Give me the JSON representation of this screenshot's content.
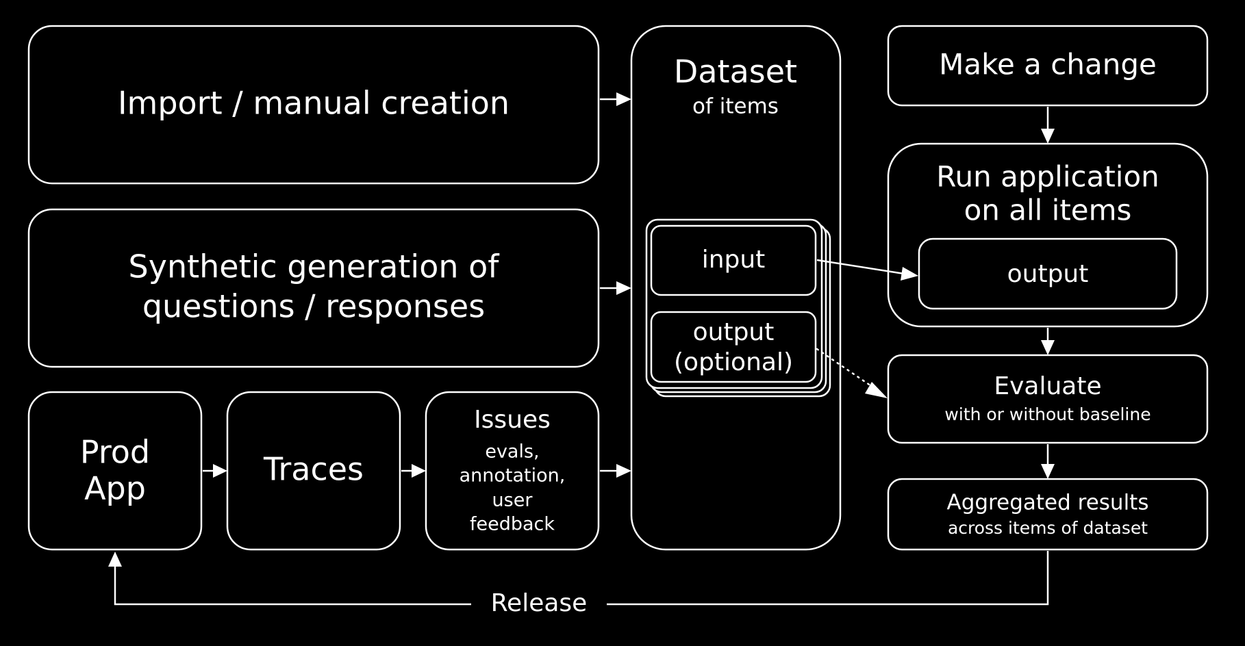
{
  "theme": {
    "background": "#000000",
    "foreground": "#ffffff"
  },
  "sources": {
    "import": "Import / manual creation",
    "synthetic_line1": "Synthetic generation of",
    "synthetic_line2": "questions / responses",
    "prod_app_line1": "Prod",
    "prod_app_line2": "App",
    "traces": "Traces",
    "issues_title": "Issues",
    "issues_sub_line1": "evals,",
    "issues_sub_line2": "annotation,",
    "issues_sub_line3": "user",
    "issues_sub_line4": "feedback"
  },
  "dataset": {
    "title": "Dataset",
    "subtitle": "of items",
    "input": "input",
    "output_line1": "output",
    "output_line2": "(optional)"
  },
  "pipeline": {
    "make_change": "Make a change",
    "run_line1": "Run application",
    "run_line2": "on all items",
    "run_output": "output",
    "evaluate_title": "Evaluate",
    "evaluate_sub": "with or without baseline",
    "aggregated_title": "Aggregated results",
    "aggregated_sub": "across items of dataset"
  },
  "release": {
    "label": "Release"
  }
}
